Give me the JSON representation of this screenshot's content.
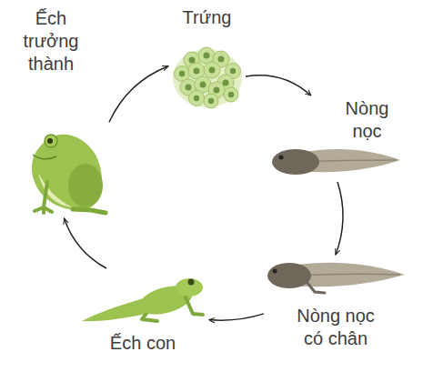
{
  "diagram": {
    "nodes": [
      {
        "text": [
          "Trứng"
        ]
      },
      {
        "text": [
          "Nòng nọc"
        ]
      },
      {
        "text": [
          "Nòng nọc có chân"
        ]
      },
      {
        "text": [
          "Ếch con"
        ]
      },
      {
        "text": [
          "Ếch trưởng thành"
        ]
      }
    ],
    "edges": [
      {
        "from": 0,
        "to": 1,
        "arrow": "to"
      },
      {
        "from": 1,
        "to": 2,
        "arrow": "to"
      },
      {
        "from": 2,
        "to": 3,
        "arrow": "to"
      },
      {
        "from": 3,
        "to": 4,
        "arrow": "to"
      },
      {
        "from": 4,
        "to": 0,
        "arrow": "to"
      }
    ]
  }
}
